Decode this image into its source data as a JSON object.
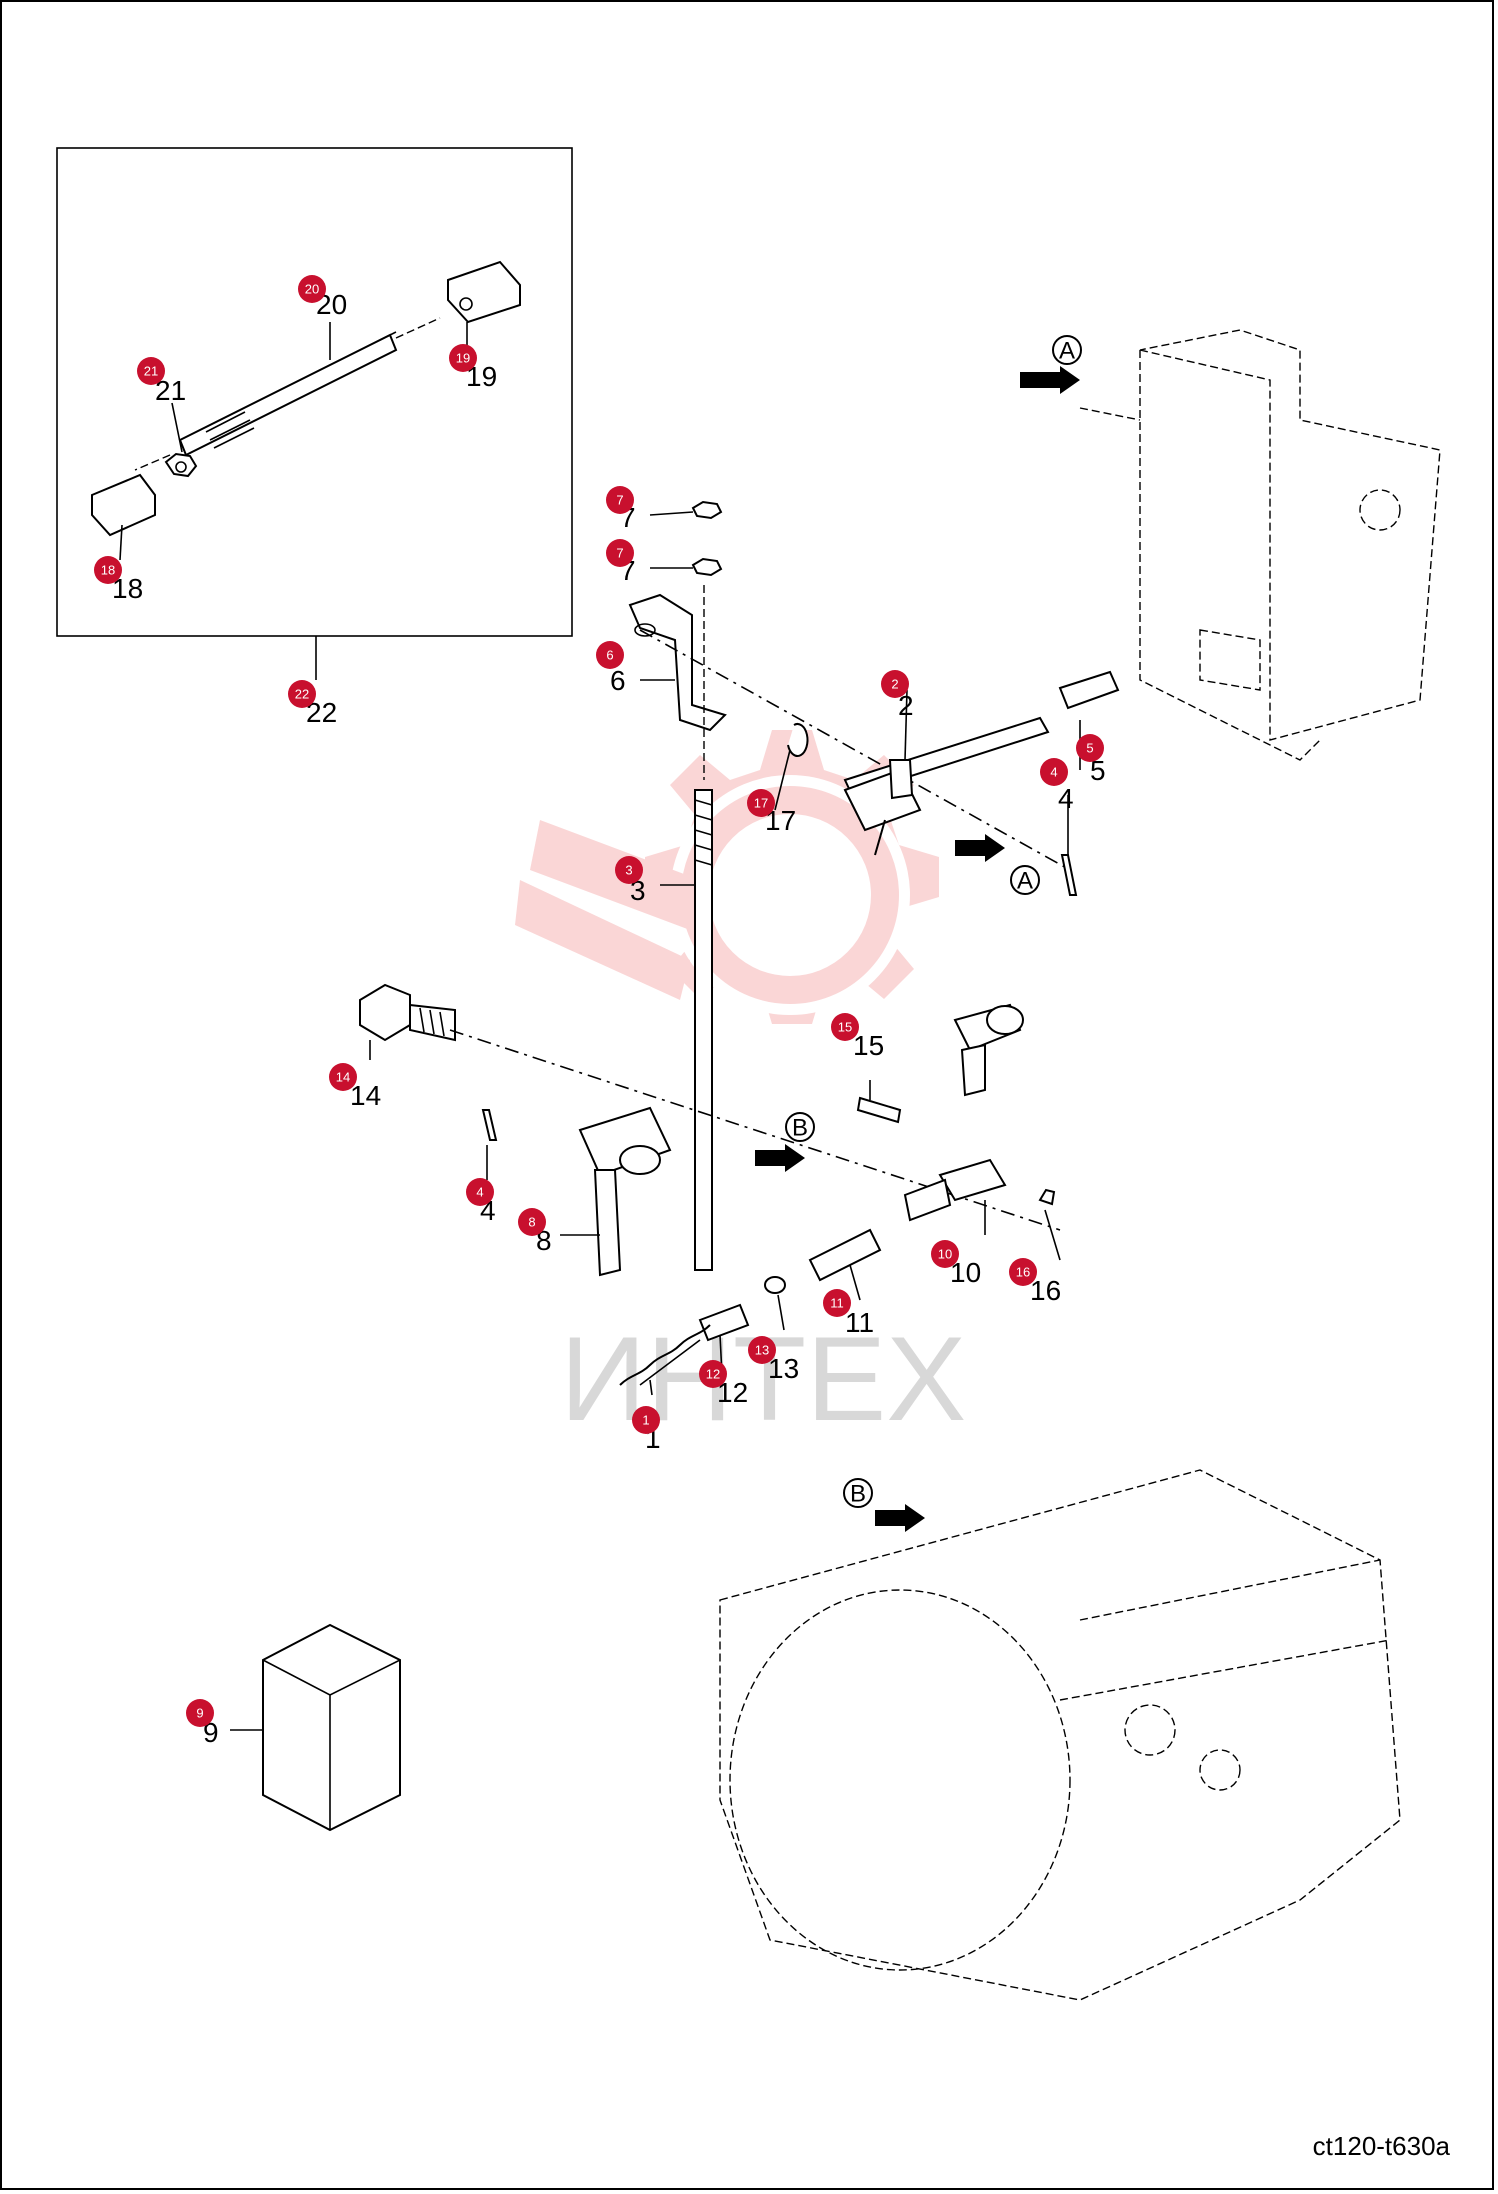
{
  "diagram": {
    "reference_code": "ct120-t630a",
    "watermark_text": "ИНТЕХ",
    "badge_color": "#c8102e",
    "watermark_color": "#f4a0a0",
    "callouts": [
      {
        "id": "A1",
        "label": "A"
      },
      {
        "id": "A2",
        "label": "A"
      },
      {
        "id": "B1",
        "label": "B"
      },
      {
        "id": "B2",
        "label": "B"
      }
    ],
    "parts": [
      {
        "key": "p20",
        "number": "20",
        "badge": "20"
      },
      {
        "key": "p19",
        "number": "19",
        "badge": "19"
      },
      {
        "key": "p21",
        "number": "21",
        "badge": "21"
      },
      {
        "key": "p18",
        "number": "18",
        "badge": "18"
      },
      {
        "key": "p22",
        "number": "22",
        "badge": "22"
      },
      {
        "key": "p7a",
        "number": "7",
        "badge": "7"
      },
      {
        "key": "p7b",
        "number": "7",
        "badge": "7"
      },
      {
        "key": "p6",
        "number": "6",
        "badge": "6"
      },
      {
        "key": "p2",
        "number": "2",
        "badge": "2"
      },
      {
        "key": "p5",
        "number": "5",
        "badge": "5"
      },
      {
        "key": "p4a",
        "number": "4",
        "badge": "4"
      },
      {
        "key": "p17",
        "number": "17",
        "badge": "17"
      },
      {
        "key": "p3",
        "number": "3",
        "badge": "3"
      },
      {
        "key": "p15",
        "number": "15",
        "badge": "15"
      },
      {
        "key": "p14",
        "number": "14",
        "badge": "14"
      },
      {
        "key": "p4b",
        "number": "4",
        "badge": "4"
      },
      {
        "key": "p8",
        "number": "8",
        "badge": "8"
      },
      {
        "key": "p10",
        "number": "10",
        "badge": "10"
      },
      {
        "key": "p16",
        "number": "16",
        "badge": "16"
      },
      {
        "key": "p11",
        "number": "11",
        "badge": "11"
      },
      {
        "key": "p13",
        "number": "13",
        "badge": "13"
      },
      {
        "key": "p12",
        "number": "12",
        "badge": "12"
      },
      {
        "key": "p1",
        "number": "1",
        "badge": "1"
      },
      {
        "key": "p9",
        "number": "9",
        "badge": "9"
      }
    ]
  }
}
